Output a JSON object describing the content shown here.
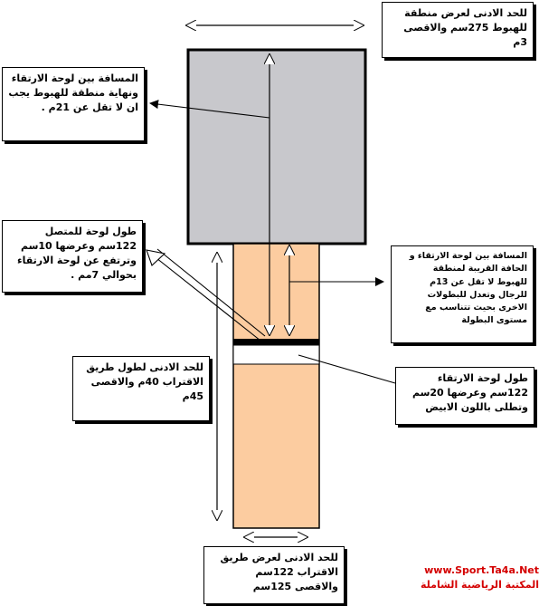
{
  "labels": {
    "landing_width": [
      "للحد الادنى لعرض منطقة",
      "للهبوط 275سم والاقصى",
      "3م"
    ],
    "board_to_landing": [
      "المسافة بين لوحة الارتقاء",
      "ونهاية منطقة للهبوط يجب",
      "ان لا تقل عن 21م ."
    ],
    "connector_board": [
      "طول لوحة للمتصل",
      "122سم وعرضها 10سم",
      "وترتفع عن لوحة الارتقاء",
      "بحوالي 7مم ."
    ],
    "nearest_edge": [
      "المسافة بين لوحة الارتقاء و",
      "الحافة القريبة لمنطقة",
      "للهبوط لا تقل عن 13م",
      "للرجال وتعدل للبطولات",
      "الاخرى بحيث تتناسب مع",
      "مستوى البطولة"
    ],
    "runway_length": [
      "للحد الادنى لطول طريق",
      "الاقتراب 40م والاقصى",
      "45م"
    ],
    "takeoff_board": [
      "طول لوحة الارتقاء",
      "122سم وعرضها 20سم",
      "وتطلى باللون الابيض"
    ],
    "runway_width": [
      "للحد الادنى لعرض طريق",
      "الاقتراب 122سم",
      "والاقصى 125سم"
    ]
  },
  "watermark": {
    "url": "www.Sport.Ta4a.Net",
    "name": "المكتبة الرياضية الشاملة"
  },
  "colors": {
    "landing_area": "#c8c8cc",
    "runway": "#fccca0",
    "takeoff_board": "#ffffff",
    "plasticine_strip": "#000000",
    "watermark": "#d40000"
  }
}
